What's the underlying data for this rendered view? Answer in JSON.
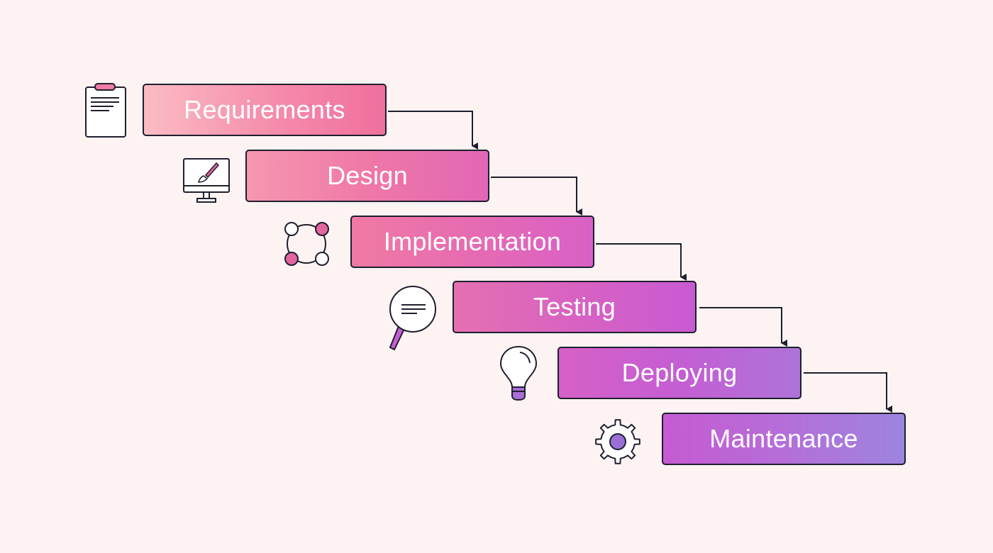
{
  "stages": [
    {
      "label": "Requirements",
      "icon": "clipboard-icon"
    },
    {
      "label": "Design",
      "icon": "monitor-brush-icon"
    },
    {
      "label": "Implementation",
      "icon": "nodes-circle-icon"
    },
    {
      "label": "Testing",
      "icon": "magnifier-icon"
    },
    {
      "label": "Deploying",
      "icon": "lightbulb-icon"
    },
    {
      "label": "Maintenance",
      "icon": "gear-icon"
    }
  ],
  "colors": {
    "background": "#fdf3f2",
    "outline": "#1f1f2e",
    "pink_accent": "#e2659f",
    "purple_accent": "#9b6fd6",
    "gradient_start": "#fbbcc3",
    "gradient_end": "#9d84de"
  }
}
